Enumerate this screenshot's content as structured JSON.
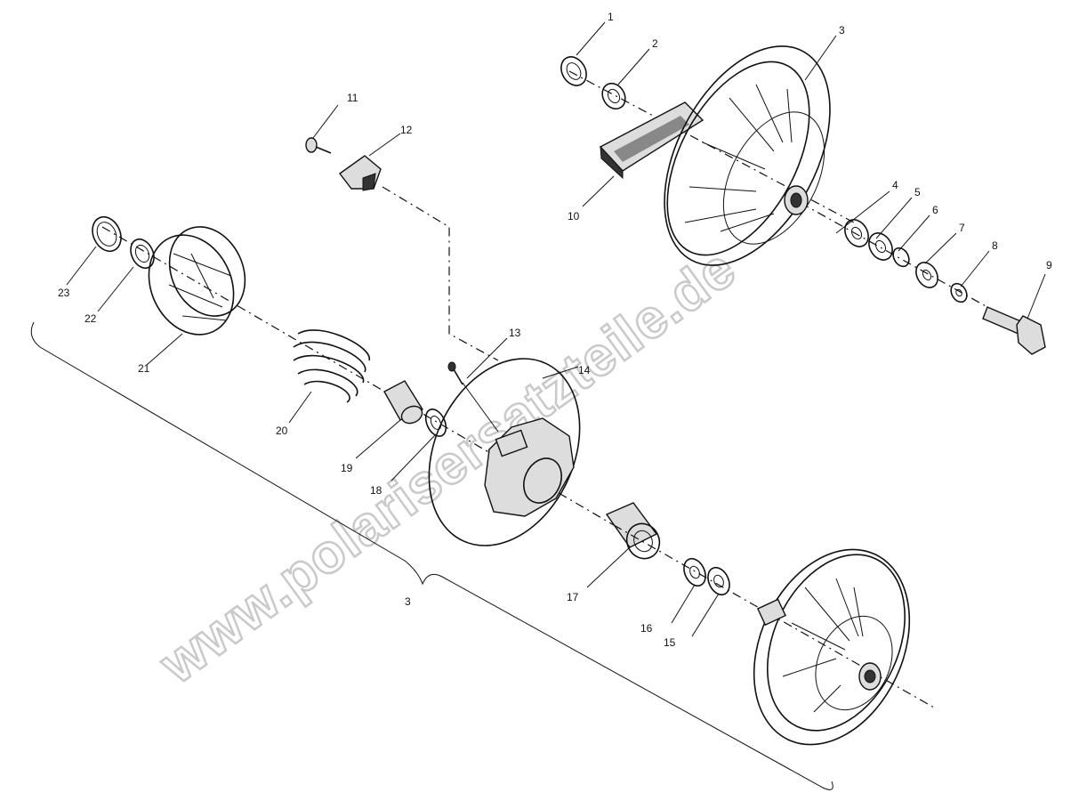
{
  "watermark": {
    "text": "www.polarisersatzteile.de"
  },
  "callouts": {
    "c1": "1",
    "c2": "2",
    "c3": "3",
    "c4": "4",
    "c5": "5",
    "c6": "6",
    "c7": "7",
    "c8": "8",
    "c9": "9",
    "c10": "10",
    "c11": "11",
    "c12": "12",
    "c13": "13",
    "c14": "14",
    "c15": "15",
    "c16": "16",
    "c17": "17",
    "c18": "18",
    "c19": "19",
    "c20": "20",
    "c21": "21",
    "c22": "22",
    "c23": "23",
    "c3b": "3"
  }
}
